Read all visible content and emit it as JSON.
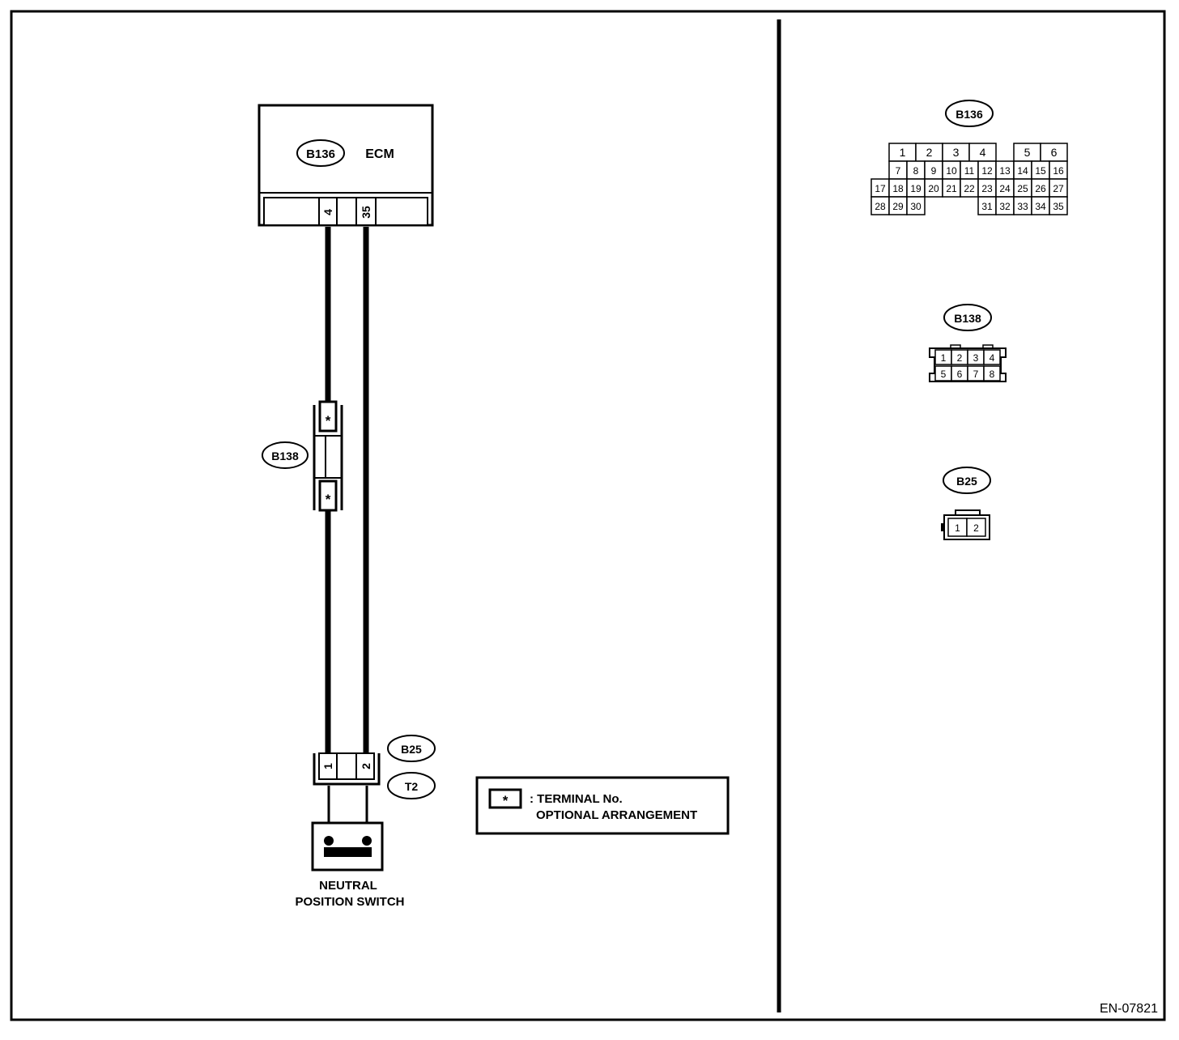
{
  "ecm": {
    "connector": "B136",
    "name": "ECM",
    "pins": [
      "4",
      "35"
    ]
  },
  "b138": {
    "connector": "B138",
    "pins": [
      "*",
      "*"
    ]
  },
  "switch": {
    "connectors": [
      "B25",
      "T2"
    ],
    "pins": [
      "1",
      "2"
    ],
    "label_line1": "NEUTRAL",
    "label_line2": "POSITION SWITCH"
  },
  "legend": {
    "symbol": "*",
    "line1": ": TERMINAL No.",
    "line2": "OPTIONAL ARRANGEMENT"
  },
  "connector_views": {
    "b136": {
      "name": "B136",
      "rows": [
        [
          "1",
          "2",
          "3",
          "4",
          "5",
          "6"
        ],
        [
          "7",
          "8",
          "9",
          "10",
          "11",
          "12",
          "13",
          "14",
          "15",
          "16"
        ],
        [
          "17",
          "18",
          "19",
          "20",
          "21",
          "22",
          "23",
          "24",
          "25",
          "26",
          "27"
        ],
        [
          "28",
          "29",
          "30",
          "31",
          "32",
          "33",
          "34",
          "35"
        ]
      ]
    },
    "b138": {
      "name": "B138",
      "rows": [
        [
          "1",
          "2",
          "3",
          "4"
        ],
        [
          "5",
          "6",
          "7",
          "8"
        ]
      ]
    },
    "b25": {
      "name": "B25",
      "rows": [
        [
          "1",
          "2"
        ]
      ]
    }
  },
  "figure_id": "EN-07821"
}
